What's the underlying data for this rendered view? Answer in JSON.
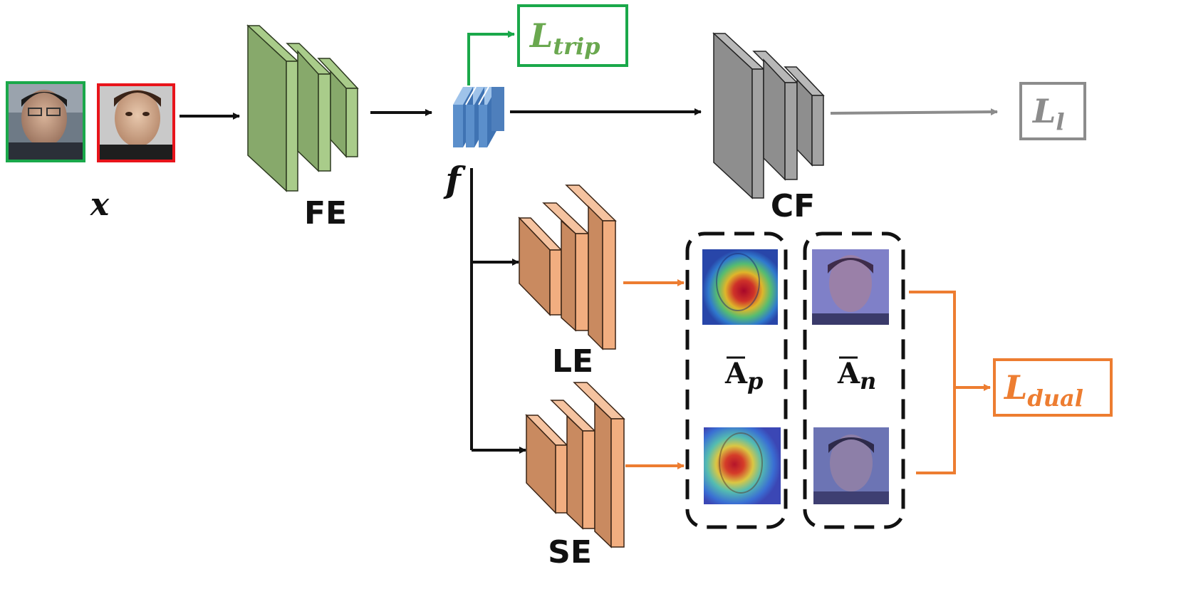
{
  "inputs": {
    "label": "x"
  },
  "modules": {
    "fe": "FE",
    "cf": "CF",
    "le": "LE",
    "se": "SE"
  },
  "feature": {
    "label": "f"
  },
  "losses": {
    "trip": {
      "main": "L",
      "sub": "trip"
    },
    "l": {
      "main": "L",
      "sub": "l"
    },
    "dual": {
      "main": "L",
      "sub": "dual"
    }
  },
  "attention": {
    "positive": {
      "main": "A",
      "sub": "p"
    },
    "negative": {
      "main": "A",
      "sub": "n"
    }
  },
  "colors": {
    "green": "#1aa84a",
    "gray": "#8c8c8c",
    "orange": "#ed7d31",
    "red": "#e8141b",
    "fe_block": "#8fb277",
    "block_blue": "#5b8fcb",
    "cf_block": "#8e8e8e",
    "le_block": "#e8a57a"
  }
}
